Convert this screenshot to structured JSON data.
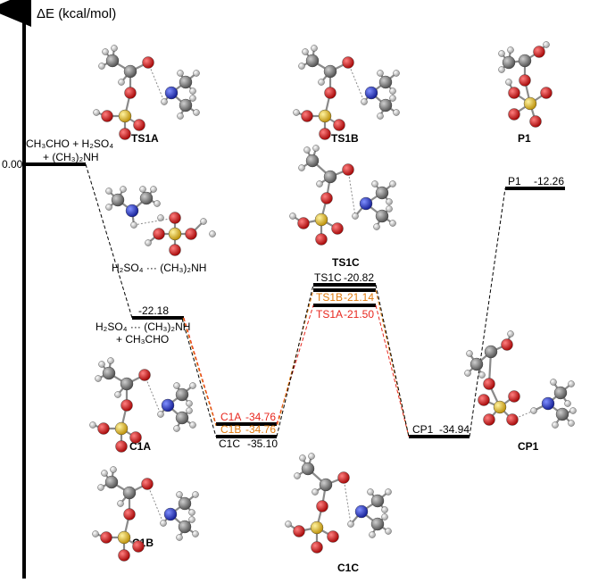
{
  "axis": {
    "ylabel": "ΔE (kcal/mol)",
    "zero_tick": "0.00"
  },
  "reactants": {
    "line1": "CH₃CHO + H₂SO₄",
    "line2": "+ (CH₃)₂NH"
  },
  "complex_pre": {
    "name": "H₂SO₄ ··· (CH₃)₂NH",
    "energy": "-22.18",
    "line1": "H₂SO₄ ··· (CH₃)₂NH",
    "line2": "+ CH₃CHO"
  },
  "levels": {
    "C1A": {
      "label": "C1A",
      "energy": "-34.76",
      "color": "#e8261d"
    },
    "C1B": {
      "label": "C1B",
      "energy": "-34.76",
      "color": "#e07a0c"
    },
    "C1C": {
      "label": "C1C",
      "energy": "-35.10",
      "color": "#000000"
    },
    "TS1C": {
      "label": "TS1C",
      "energy": "-20.82",
      "color": "#000000"
    },
    "TS1B": {
      "label": "TS1B",
      "energy": "-21.14",
      "color": "#e07a0c"
    },
    "TS1A": {
      "label": "TS1A",
      "energy": "-21.50",
      "color": "#e8261d"
    },
    "CP1": {
      "label": "CP1",
      "energy": "-34.94",
      "color": "#000000"
    },
    "P1": {
      "label": "P1",
      "energy": "-12.26",
      "color": "#000000"
    }
  },
  "structures": {
    "TS1A": "TS1A",
    "TS1B": "TS1B",
    "P1": "P1",
    "TS1C": "TS1C",
    "C1A": "C1A",
    "CP1": "CP1",
    "C1B": "C1B",
    "C1C": "C1C"
  },
  "atom_colors": {
    "C": "#6e6e6e",
    "O": "#cc1111",
    "H": "#d9d9d9",
    "N": "#2233bb",
    "S": "#e0b020"
  }
}
